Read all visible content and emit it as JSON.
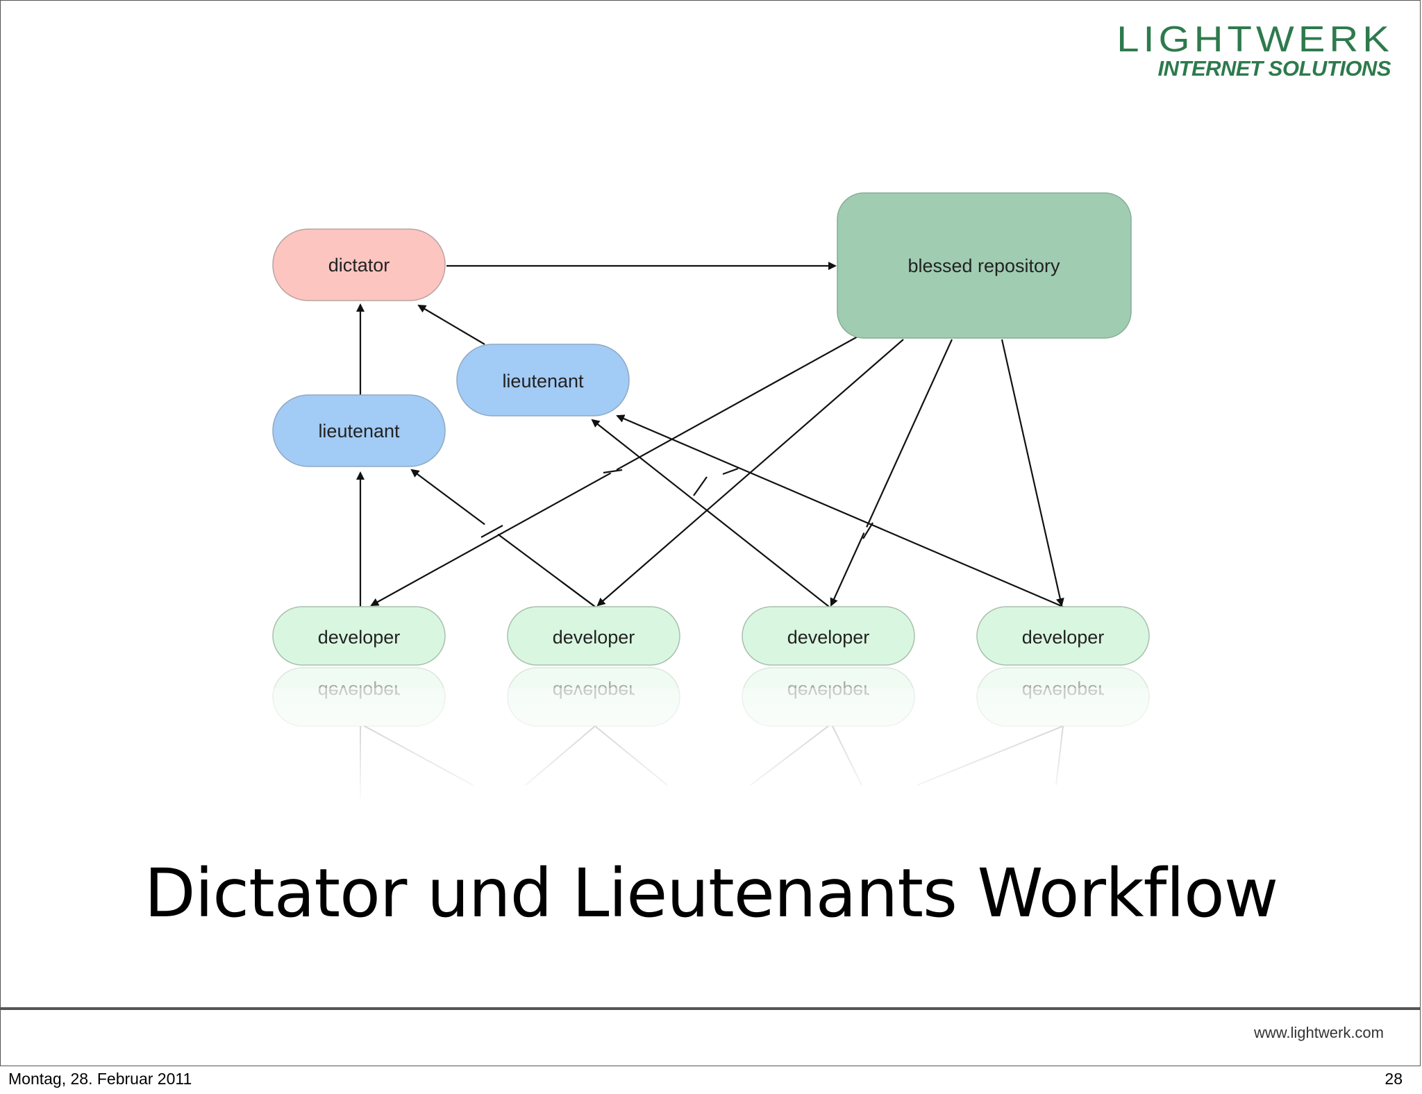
{
  "logo": {
    "name": "LIGHTWERK",
    "tagline": "INTERNET SOLUTIONS"
  },
  "diagram": {
    "nodes": {
      "dictator": "dictator",
      "blessed": "blessed repository",
      "lieutenant_a": "lieutenant",
      "lieutenant_b": "lieutenant",
      "developer_1": "developer",
      "developer_2": "developer",
      "developer_3": "developer",
      "developer_4": "developer"
    },
    "colors": {
      "dictator_fill": "#fcc5c0",
      "lieutenant_fill": "#a2cbf5",
      "blessed_fill": "#a0ccb2",
      "developer_fill": "#d9f7e0"
    }
  },
  "slide": {
    "title": "Dictator und Lieutenants Workflow",
    "url": "www.lightwerk.com"
  },
  "footer": {
    "date": "Montag, 28. Februar 2011",
    "page": "28"
  }
}
